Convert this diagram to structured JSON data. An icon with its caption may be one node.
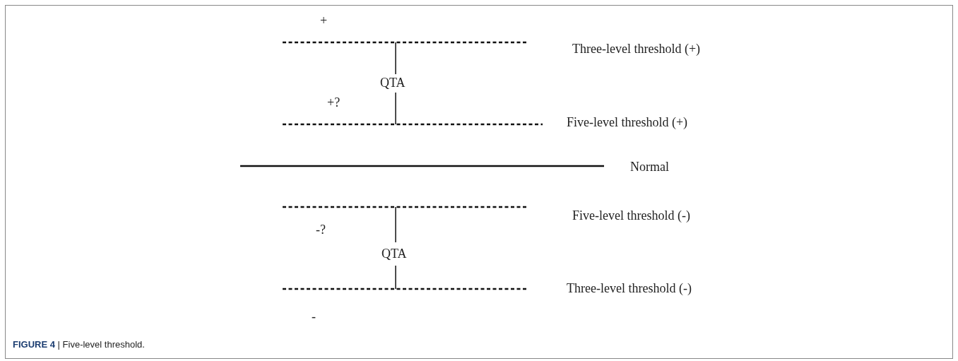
{
  "diagram": {
    "caption": "**FIGURE 4** | Five-level threshold.",
    "labels": [
      "+",
      "Three-level threshold (+)",
      "QTA",
      "+?",
      "Five-level threshold (+)",
      "Normal",
      "Five-level threshold (-)",
      "-?",
      "QTA",
      "Three-level threshold (-)",
      "-"
    ]
  }
}
